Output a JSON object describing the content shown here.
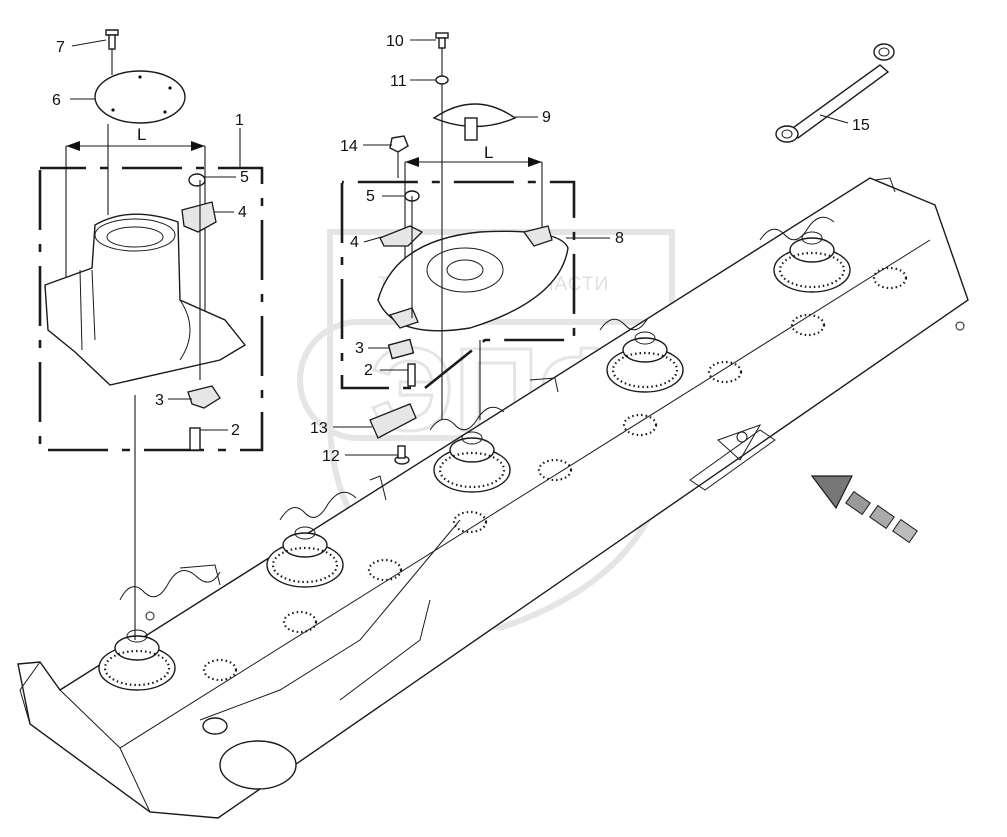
{
  "diagram": {
    "callouts": [
      {
        "id": "c1",
        "text": "1"
      },
      {
        "id": "c2a",
        "text": "2"
      },
      {
        "id": "c2b",
        "text": "2"
      },
      {
        "id": "c3a",
        "text": "3"
      },
      {
        "id": "c3b",
        "text": "3"
      },
      {
        "id": "c4a",
        "text": "4"
      },
      {
        "id": "c4b",
        "text": "4"
      },
      {
        "id": "c5a",
        "text": "5"
      },
      {
        "id": "c5b",
        "text": "5"
      },
      {
        "id": "c6",
        "text": "6"
      },
      {
        "id": "c7",
        "text": "7"
      },
      {
        "id": "c8",
        "text": "8"
      },
      {
        "id": "c9",
        "text": "9"
      },
      {
        "id": "c10",
        "text": "10"
      },
      {
        "id": "c11",
        "text": "11"
      },
      {
        "id": "c12",
        "text": "12"
      },
      {
        "id": "c13",
        "text": "13"
      },
      {
        "id": "c14",
        "text": "14"
      },
      {
        "id": "c15",
        "text": "15"
      }
    ],
    "dimension_labels": [
      "L",
      "L"
    ],
    "watermark": {
      "text": "ТЕХНИКА И ЗАПЧАСТИ",
      "logo": "ЭПФ"
    }
  }
}
